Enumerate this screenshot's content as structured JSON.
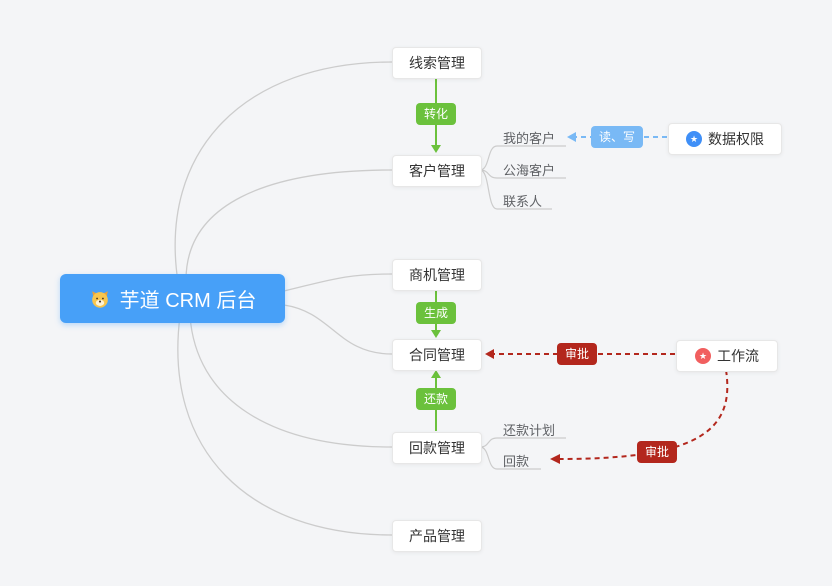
{
  "root": {
    "label": "芋道 CRM 后台"
  },
  "modules": {
    "lead": {
      "label": "线索管理"
    },
    "customer": {
      "label": "客户管理"
    },
    "business": {
      "label": "商机管理"
    },
    "contract": {
      "label": "合同管理"
    },
    "receivable": {
      "label": "回款管理"
    },
    "product": {
      "label": "产品管理"
    }
  },
  "customer_children": {
    "mine": {
      "label": "我的客户"
    },
    "pool": {
      "label": "公海客户"
    },
    "contacts": {
      "label": "联系人"
    }
  },
  "receivable_children": {
    "plan": {
      "label": "还款计划"
    },
    "receipt": {
      "label": "回款"
    }
  },
  "edges": {
    "convert": {
      "label": "转化",
      "color": "#6bc13c"
    },
    "generate": {
      "label": "生成",
      "color": "#6bc13c"
    },
    "repay": {
      "label": "还款",
      "color": "#6bc13c"
    },
    "read_write": {
      "label": "读、写",
      "color": "#79b9f5"
    },
    "approve_contract": {
      "label": "审批",
      "color": "#b3271d"
    },
    "approve_receivable": {
      "label": "审批",
      "color": "#b3271d"
    }
  },
  "side_nodes": {
    "data_permission": {
      "label": "数据权限",
      "icon": "star-circle-icon",
      "icon_color": "#3f8ff7"
    },
    "workflow": {
      "label": "工作流",
      "icon": "star-circle-icon",
      "icon_color": "#f15f5f"
    }
  },
  "icons": {
    "star_glyph": "★"
  },
  "colors": {
    "background": "#f4f5f7",
    "root_bg": "#47a0f8",
    "connector": "#cccccc",
    "green": "#6bc13c",
    "blue": "#79b9f5",
    "red": "#b3271d"
  }
}
